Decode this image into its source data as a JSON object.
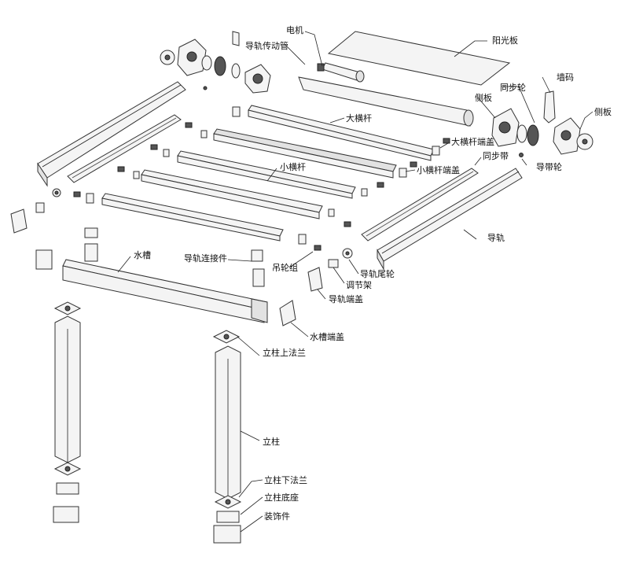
{
  "labels": {
    "dianji": "电机",
    "yangguangban": "阳光板",
    "daogui_chuandongguan": "导轨传动管",
    "qiangma": "墙码",
    "tongbulun": "同步轮",
    "ceban_left": "侧板",
    "ceban_right": "侧板",
    "dahenggan": "大横杆",
    "dahenggan_duangai": "大横杆端盖",
    "tongbudai": "同步带",
    "xiaohenggan_duangai": "小横杆端盖",
    "daodailun": "导带轮",
    "xiaohenggan": "小横杆",
    "daogui": "导轨",
    "shuicao": "水槽",
    "daogui_lianjiejian": "导轨连接件",
    "diaolunzu": "吊轮组",
    "daogui_weilun": "导轨尾轮",
    "tiaojiejia": "调节架",
    "daogui_duangai": "导轨端盖",
    "shuicao_duangai": "水槽端盖",
    "lizhu_shangfalan": "立柱上法兰",
    "lizhu": "立柱",
    "lizhu_xiafalan": "立柱下法兰",
    "lizhu_dizuo": "立柱底座",
    "zhuangshijian": "装饰件"
  }
}
